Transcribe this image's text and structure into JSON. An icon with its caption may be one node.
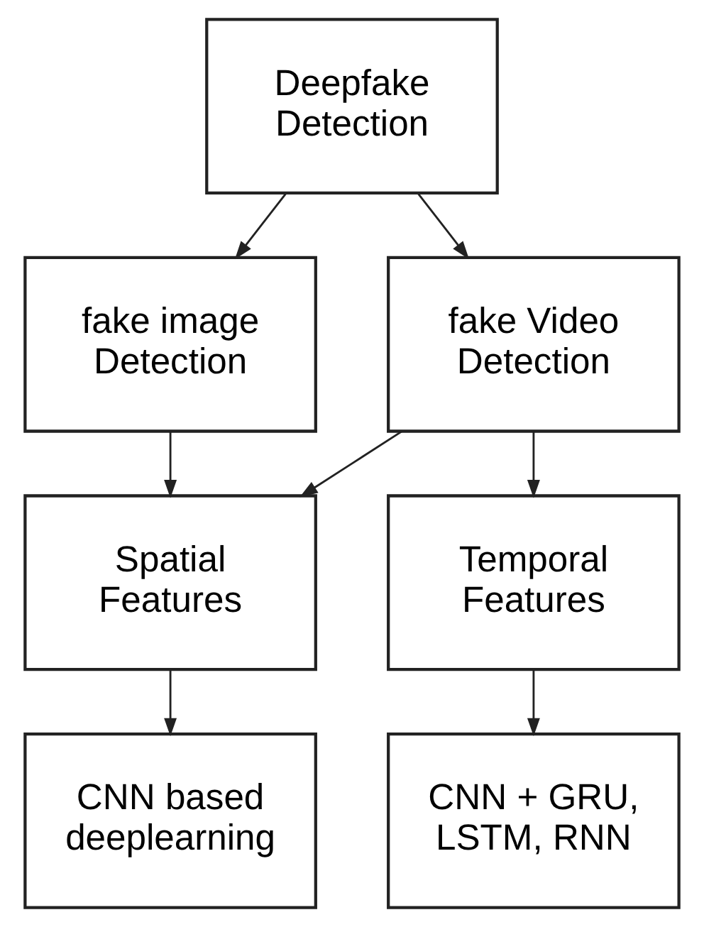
{
  "diagram": {
    "nodes": [
      {
        "text": [
          "Deepfake Detection"
        ]
      },
      {
        "text": [
          "fake image Detection"
        ]
      },
      {
        "text": [
          "fake Video Detection"
        ]
      },
      {
        "text": [
          "Spatial Features"
        ]
      },
      {
        "text": [
          "Temporal Features"
        ]
      },
      {
        "text": [
          "CNN based deeplearning"
        ]
      },
      {
        "text": [
          "CNN + GRU, LSTM, RNN"
        ]
      }
    ],
    "edges": [
      {
        "from": 0,
        "to": 1,
        "arrow": "to"
      },
      {
        "from": 0,
        "to": 2,
        "arrow": "to"
      },
      {
        "from": 1,
        "to": 3,
        "arrow": "to"
      },
      {
        "from": 2,
        "to": 3,
        "arrow": "to"
      },
      {
        "from": 2,
        "to": 4,
        "arrow": "to"
      },
      {
        "from": 3,
        "to": 5,
        "arrow": "to"
      },
      {
        "from": 4,
        "to": 6,
        "arrow": "to"
      }
    ]
  }
}
